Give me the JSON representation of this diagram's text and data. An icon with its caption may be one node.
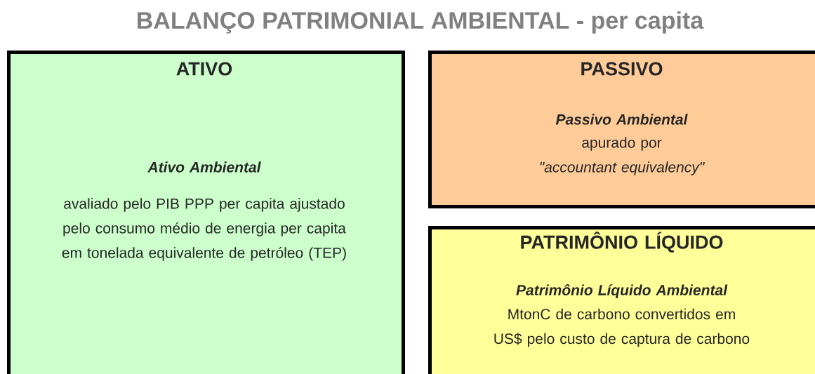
{
  "diagram": {
    "title": "BALANÇO PATRIMONIAL AMBIENTAL - per  capita",
    "nodes": [
      {
        "text": [
          "ATIVO",
          "Ativo Ambiental",
          "avaliado pelo PIB PPP per capita ajustado pelo consumo médio de energia per capita em tonelada equivalente de petróleo (TEP)"
        ]
      },
      {
        "text": [
          "PASSIVO",
          "Passivo Ambiental",
          "apurado por",
          "\"accountant equivalency\""
        ]
      },
      {
        "text": [
          "PATRIMÔNIO LÍQUIDO",
          "Patrimônio Líquido Ambiental",
          "MtonC de carbono convertidos em US$ pelo custo de captura de carbono"
        ]
      }
    ],
    "edges": []
  }
}
